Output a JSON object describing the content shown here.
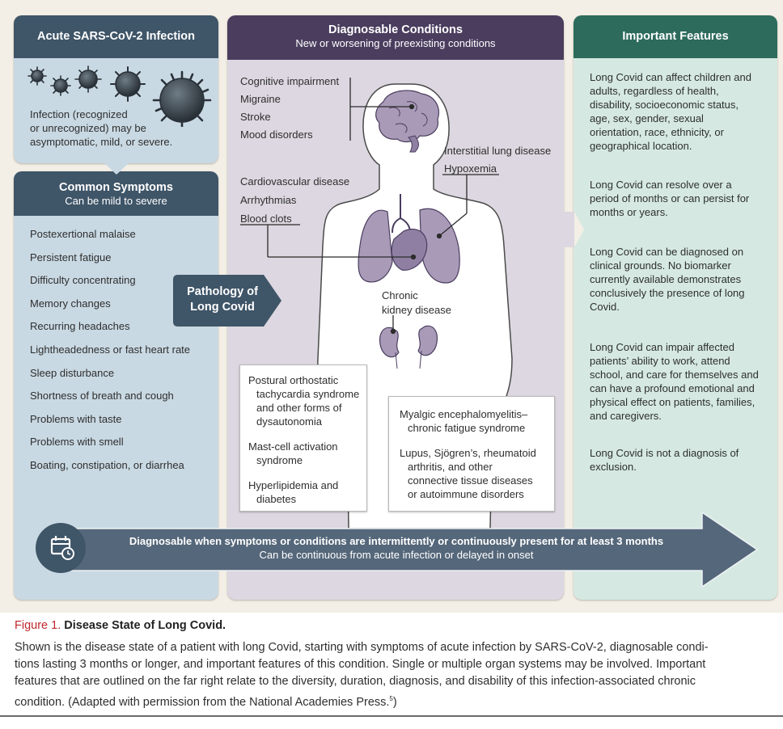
{
  "acute": {
    "title": "Acute SARS-CoV-2 Infection",
    "text_lines": [
      "Infection (recognized",
      "or unrecognized) may be",
      "asymptomatic, mild, or severe."
    ]
  },
  "symptoms": {
    "title": "Common Symptoms",
    "subtitle": "Can be mild to severe",
    "items": [
      "Postexertional malaise",
      "Persistent fatigue",
      "Difficulty concentrating",
      "Memory changes",
      "Recurring headaches",
      "Lightheadedness or fast heart rate",
      "Sleep disturbance",
      "Shortness of breath and cough",
      "Problems with taste",
      "Problems with smell",
      "Boating, constipation, or diarrhea"
    ]
  },
  "pathology": {
    "line1": "Pathology of",
    "line2": "Long Covid"
  },
  "conditions": {
    "title": "Diagnosable Conditions",
    "subtitle": "New or worsening of preexisting conditions",
    "neuro": [
      "Cognitive impairment",
      "Migraine",
      "Stroke",
      "Mood disorders"
    ],
    "cardio": [
      "Cardiovascular disease",
      "Arrhythmias",
      "Blood clots"
    ],
    "lung": [
      "Interstitial lung disease",
      "Hypoxemia"
    ],
    "kidney": [
      "Chronic",
      "kidney disease"
    ],
    "box_left": {
      "item1": [
        "Postural orthostatic",
        "tachycardia syndrome",
        "and other forms of",
        "dysautonomia"
      ],
      "item2": [
        "Mast-cell activation",
        "syndrome"
      ],
      "item3": [
        "Hyperlipidemia and",
        "diabetes"
      ]
    },
    "box_right": {
      "item1": [
        "Myalgic encephalomyelitis–",
        "chronic fatigue syndrome"
      ],
      "item2": [
        "Lupus, Sjögren’s, rheumatoid",
        "arthritis, and other",
        "connective tissue diseases",
        "or autoimmune disorders"
      ]
    }
  },
  "features": {
    "title": "Important Features",
    "items": [
      [
        "Long Covid can affect children and",
        "adults, regardless of health,",
        "disability, socioeconomic status,",
        "age, sex, gender, sexual",
        "orientation, race, ethnicity, or",
        "geographical location."
      ],
      [
        "Long Covid can resolve over a",
        "period of months or can persist for",
        "months or years."
      ],
      [
        "Long Covid can be diagnosed on",
        "clinical grounds. No biomarker",
        "currently available demonstrates",
        "conclusively the presence of long",
        "Covid."
      ],
      [
        "Long Covid can impair affected",
        "patients’ ability to work, attend",
        "school, and care for themselves and",
        "can have a profound emotional and",
        "physical effect on patients, families,",
        "and caregivers."
      ],
      [
        "Long Covid is not a diagnosis of",
        "exclusion."
      ]
    ]
  },
  "arrow": {
    "line1": "Diagnosable when symptoms or conditions are intermittently or continuously present for at least 3 months",
    "line2": "Can be continuous from acute infection or delayed in onset",
    "icon": "calendar-clock-icon"
  },
  "caption": {
    "figure_label": "Figure 1.",
    "title": "Disease State of Long Covid.",
    "lines": [
      "Shown is the disease state of a patient with long Covid, starting with symptoms of acute infection by SARS-CoV-2, diagnosable condi-",
      "tions lasting 3 months or longer, and important features of this condition. Single or multiple organ systems may be involved. Important",
      "features that are outlined on the far right relate to the diversity, duration, diagnosis, and disability of this infection-associated chronic",
      "condition. (Adapted with permission from the National Academies Press."
    ],
    "superscript": "5",
    "end": ")"
  },
  "colors": {
    "slate_header": "#3f5568",
    "purple_header": "#4a3d5e",
    "teal_header": "#2d6b5c",
    "blue_panel": "#c9d9e3",
    "lavender_panel": "#dcd7e0",
    "mint_panel": "#d5e9e2",
    "figure_red": "#c0272d"
  }
}
